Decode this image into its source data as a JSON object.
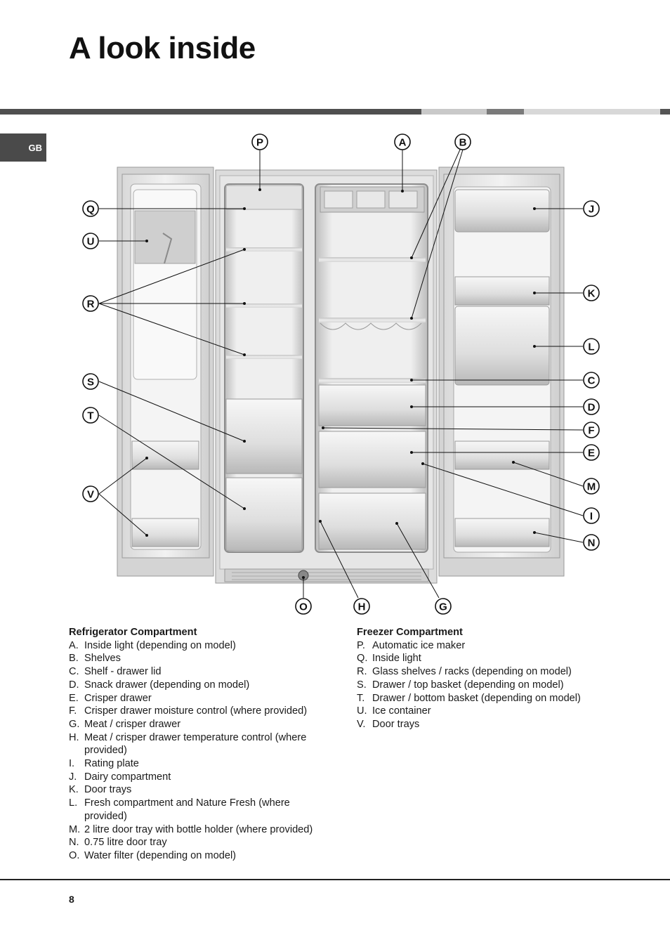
{
  "page": {
    "title": "A look inside",
    "language_tab": "GB",
    "page_number": "8"
  },
  "callout_labels": [
    "P",
    "A",
    "B",
    "Q",
    "U",
    "R",
    "S",
    "T",
    "V",
    "J",
    "K",
    "L",
    "C",
    "D",
    "F",
    "E",
    "M",
    "I",
    "N",
    "O",
    "H",
    "G"
  ],
  "refrigerator": {
    "heading": "Refrigerator Compartment",
    "items": [
      {
        "key": "A.",
        "text": "Inside light (depending on model)"
      },
      {
        "key": "B.",
        "text": "Shelves"
      },
      {
        "key": "C.",
        "text": "Shelf - drawer lid"
      },
      {
        "key": "D.",
        "text": "Snack drawer (depending on model)"
      },
      {
        "key": "E.",
        "text": "Crisper drawer"
      },
      {
        "key": "F.",
        "text": "Crisper drawer moisture control (where provided)"
      },
      {
        "key": "G.",
        "text": "Meat / crisper drawer"
      },
      {
        "key": "H.",
        "text": "Meat / crisper drawer temperature control (where provided)"
      },
      {
        "key": "I.",
        "text": "Rating plate"
      },
      {
        "key": "J.",
        "text": "Dairy compartment"
      },
      {
        "key": "K.",
        "text": "Door trays"
      },
      {
        "key": "L.",
        "text": "Fresh compartment and Nature Fresh (where provided)"
      },
      {
        "key": "M.",
        "text": "2 litre door tray with bottle holder (where provided)"
      },
      {
        "key": "N.",
        "text": "0.75 litre door tray"
      },
      {
        "key": "O.",
        "text": "Water filter (depending on model)"
      }
    ]
  },
  "freezer": {
    "heading": "Freezer Compartment",
    "items": [
      {
        "key": "P.",
        "text": "Automatic ice maker"
      },
      {
        "key": "Q.",
        "text": "Inside light"
      },
      {
        "key": "R.",
        "text": "Glass shelves / racks (depending on model)"
      },
      {
        "key": "S.",
        "text": "Drawer / top basket (depending on model)"
      },
      {
        "key": "T.",
        "text": "Drawer / bottom basket (depending on model)"
      },
      {
        "key": "U.",
        "text": "Ice container"
      },
      {
        "key": "V.",
        "text": "Door trays"
      }
    ]
  }
}
